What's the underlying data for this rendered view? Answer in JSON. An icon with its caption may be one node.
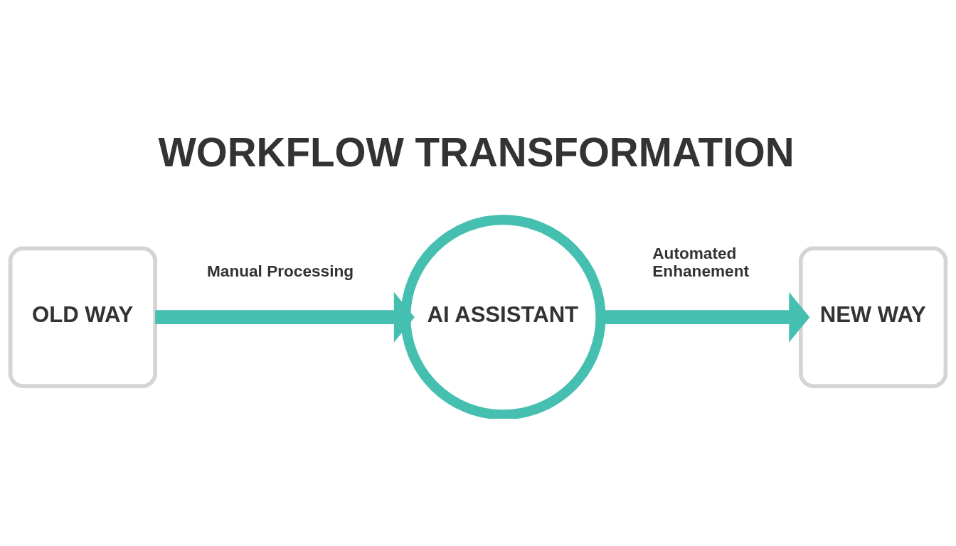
{
  "diagram": {
    "title": "WORKFLOW TRANSFORMATION",
    "nodes": [
      {
        "text": [
          "OLD WAY"
        ]
      },
      {
        "text": [
          "AI ASSISTANT"
        ]
      },
      {
        "text": [
          "NEW WAY"
        ]
      }
    ],
    "edges": [
      {
        "from": 0,
        "to": 1,
        "arrow": "to",
        "label": "Manual Processing"
      },
      {
        "from": 1,
        "to": 2,
        "arrow": "to",
        "label": "Automated Enhanement"
      }
    ]
  }
}
